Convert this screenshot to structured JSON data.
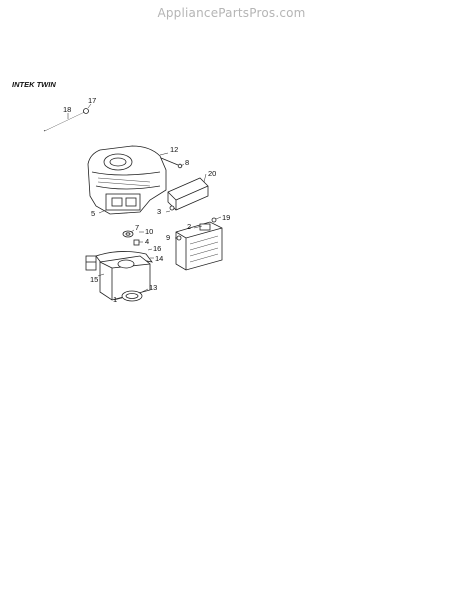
{
  "watermark": "AppliancePartsPros.com",
  "section_title": "INTEK TWIN",
  "callouts": {
    "c1": "1",
    "c2": "2",
    "c3": "3",
    "c4": "4",
    "c5": "5",
    "c7": "7",
    "c8": "8",
    "c9": "9",
    "c10": "10",
    "c12": "12",
    "c13": "13",
    "c14": "14",
    "c15": "15",
    "c16": "16",
    "c17": "17",
    "c18": "18",
    "c19": "19",
    "c20": "20"
  }
}
